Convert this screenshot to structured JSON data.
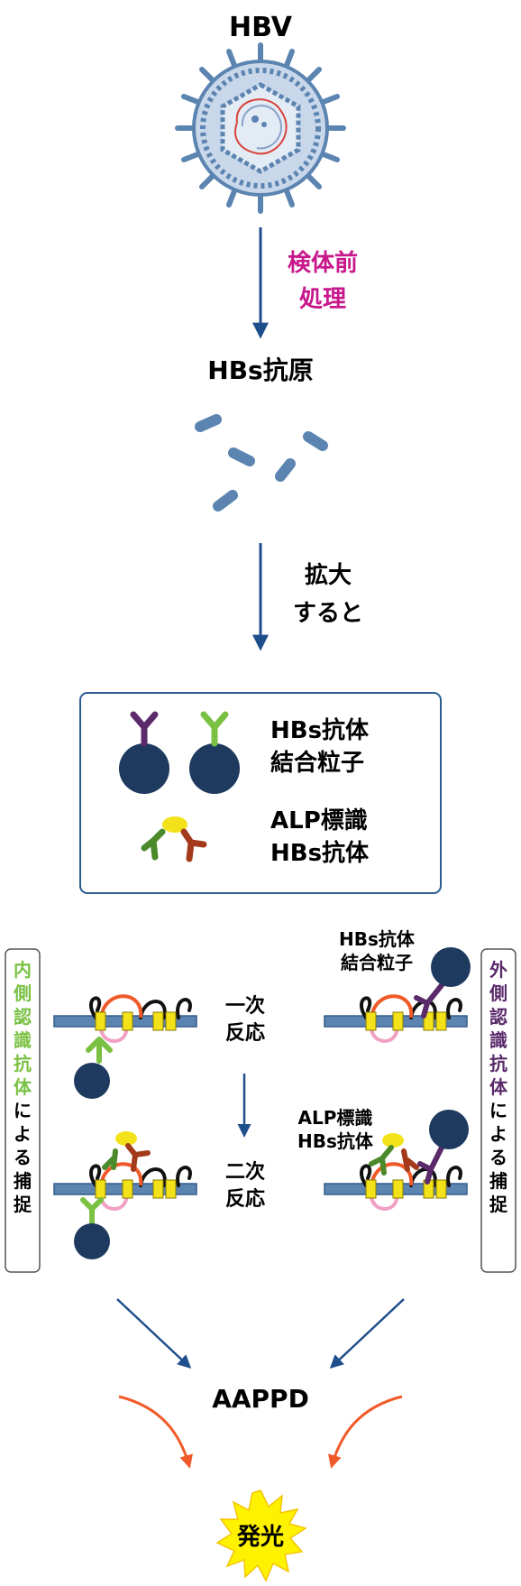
{
  "title": "HBV",
  "step1": {
    "line1": "検体前",
    "line2": "処理"
  },
  "antigen_label": "HBs抗原",
  "step2": {
    "line1": "拡大",
    "line2": "すると"
  },
  "legend": {
    "particle_line1": "HBs抗体",
    "particle_line2": "結合粒子",
    "alp_line1": "ALP標識",
    "alp_line2": "HBs抗体"
  },
  "left_panel": {
    "highlight": [
      "内",
      "側",
      "認",
      "識",
      "抗",
      "体"
    ],
    "rest": [
      "に",
      "よ",
      "る",
      "捕",
      "捉"
    ]
  },
  "right_panel": {
    "highlight": [
      "外",
      "側",
      "認",
      "識",
      "抗",
      "体"
    ],
    "rest": [
      "に",
      "よ",
      "る",
      "捕",
      "捉"
    ]
  },
  "reaction1": {
    "line1": "一次",
    "line2": "反応"
  },
  "reaction2": {
    "line1": "二次",
    "line2": "反応"
  },
  "right_particle": {
    "line1": "HBs抗体",
    "line2": "結合粒子"
  },
  "right_alp": {
    "line1": "ALP標識",
    "line2": "HBs抗体"
  },
  "aappd_label": "AAPPD",
  "glow_label": "発光",
  "colors": {
    "navy": "#1f3a5f",
    "magenta": "#c8188c",
    "green": "#7ac143",
    "purple": "#5a2a6a",
    "orange": "#f05a28",
    "arrow": "#1f4e8c"
  }
}
